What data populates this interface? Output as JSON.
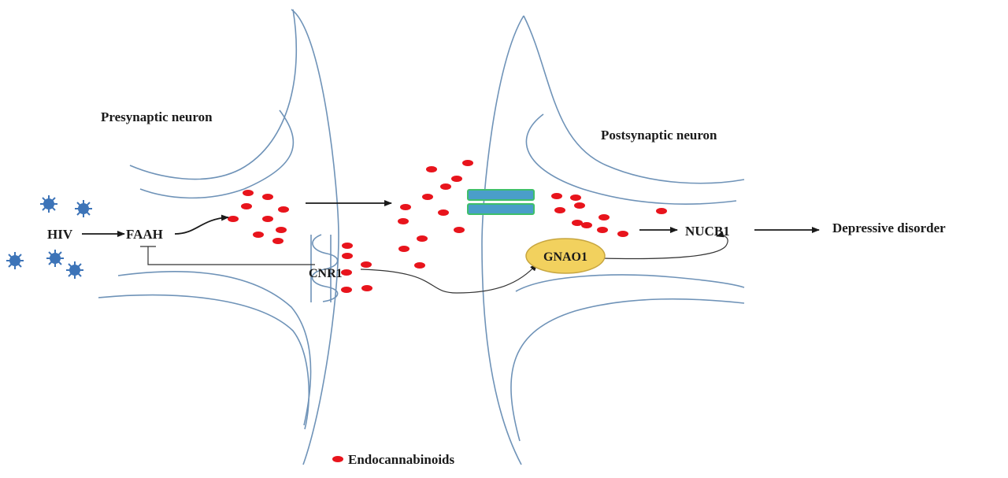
{
  "labels": {
    "presynaptic": "Presynaptic neuron",
    "postsynaptic": "Postsynaptic neuron",
    "hiv": "HIV",
    "faah": "FAAH",
    "cnr1": "CNR1",
    "gnao1": "GNAO1",
    "nucb1": "NUCB1",
    "depressive": "Depressive disorder",
    "legend": "Endocannabinoids"
  },
  "colors": {
    "neuron_outline": "#6f93b8",
    "endocannabinoid": "#e8141c",
    "virus": "#3d74b8",
    "receptor": "#4a9ec9",
    "receptor_edge": "#3fbf6a",
    "gnao1_fill": "#f2d15e",
    "gnao1_stroke": "#c7a640",
    "arrow": "#1a1a1a"
  },
  "icons": {
    "virus": "virus-icon",
    "endocannabinoid": "endocannabinoid-dot",
    "receptor": "receptor-channel",
    "cnr1_receptor": "coiled-receptor"
  }
}
